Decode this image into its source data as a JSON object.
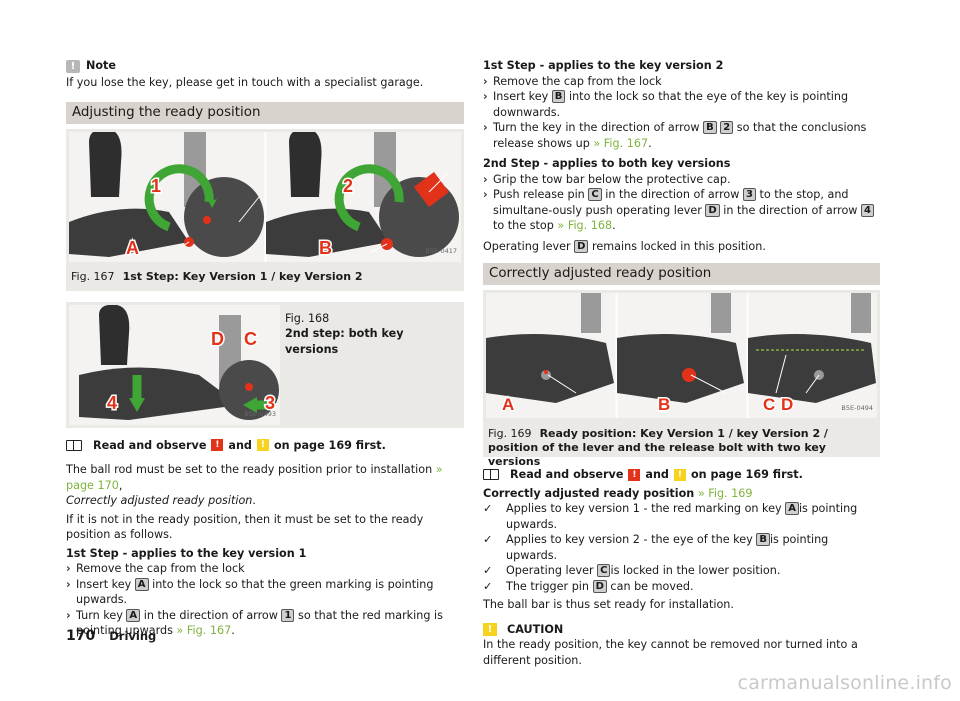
{
  "note": {
    "icon": "!",
    "title": "Note",
    "text": "If you lose the key, please get in touch with a specialist garage."
  },
  "section_ready": "Adjusting the ready position",
  "fig167": {
    "code": "B5E-0417",
    "num": "Fig. 167",
    "caption": "1st Step: Key Version 1 / key Version 2",
    "labels": [
      "1",
      "2",
      "A",
      "B"
    ]
  },
  "fig168": {
    "code": "B5E-0493",
    "num": "Fig. 168",
    "caption": "2nd step: both key versions",
    "labels": [
      "D",
      "C",
      "4",
      "3"
    ]
  },
  "read_observe_left": {
    "pre": "Read and observe",
    "and": "and",
    "post": "on page 169 first."
  },
  "left_body": {
    "p1a": "The ball rod must be set to the ready position prior to installation ",
    "p1link": "» page 170",
    "p1b": ",",
    "p1c": "Correctly adjusted ready position",
    "p1d": ".",
    "p2": "If it is not in the ready position, then it must be set to the ready position as follows.",
    "step1_title": "1st Step - applies to the key version 1",
    "s1": "Remove the cap from the lock",
    "s2a": "Insert key ",
    "s2key": "A",
    "s2b": " into the lock so that the green marking is pointing upwards.",
    "s3a": "Turn key ",
    "s3key": "A",
    "s3b": " in the direction of arrow ",
    "s3key2": "1",
    "s3c": " so that the red marking is pointing upwards ",
    "s3link": "» Fig. 167",
    "s3d": "."
  },
  "right_body": {
    "step1v2_title": "1st Step - applies to the key version 2",
    "r1": "Remove the cap from the lock",
    "r2a": "Insert key ",
    "r2key": "B",
    "r2b": " into the lock so that the eye of the key is pointing downwards.",
    "r3a": "Turn the key in the direction of arrow ",
    "r3key": "B",
    "r3key2": "2",
    "r3b": " so that the conclusions release shows up ",
    "r3link": "» Fig. 167",
    "r3c": ".",
    "step2_title": "2nd Step - applies to both key versions",
    "r4": "Grip the tow bar below the protective cap.",
    "r5a": "Push release pin ",
    "r5key": "C",
    "r5b": " in the direction of arrow ",
    "r5key2": "3",
    "r5c": " to the stop, and simultane-ously push operating lever ",
    "r5key3": "D",
    "r5d": " in the direction of arrow ",
    "r5key4": "4",
    "r5e": " to the stop ",
    "r5link": "» Fig. 168",
    "r5f": ".",
    "r6a": "Operating lever ",
    "r6key": "D",
    "r6b": " remains locked in this position."
  },
  "section_correct": "Correctly adjusted ready position",
  "fig169": {
    "code": "B5E-0494",
    "num": "Fig. 169",
    "caption": "Ready position: Key Version 1 / key Version 2 / position of the lever and the release bolt with two key versions",
    "labels": [
      "A",
      "B",
      "C",
      "D"
    ]
  },
  "read_observe_right": {
    "pre": "Read and observe",
    "and": "and",
    "post": "on page 169 first."
  },
  "correct": {
    "title": "Correctly adjusted ready position",
    "link": "» Fig. 169",
    "c1a": "Applies to key version 1 - the red marking on key ",
    "c1key": "A",
    "c1b": "is pointing upwards.",
    "c2a": "Applies to key version 2 - the eye of the key ",
    "c2key": "B",
    "c2b": "is pointing upwards.",
    "c3a": "Operating lever ",
    "c3key": "C",
    "c3b": "is locked in the lower position.",
    "c4a": "The trigger pin ",
    "c4key": "D",
    "c4b": " can be moved.",
    "summary": "The ball bar is thus set ready for installation."
  },
  "caution": {
    "icon": "!",
    "title": "CAUTION",
    "text": "In the ready position, the key cannot be removed nor turned into a different position."
  },
  "footer": {
    "page": "170",
    "section": "Driving"
  },
  "watermark": "carmanualsonline.info",
  "colors": {
    "section_bar": "#d8d3cc",
    "fig_bg": "#ebe9e5",
    "link": "#7fb33c",
    "arrow_green": "#3fa535",
    "marker_red": "#e3321a",
    "warn_yellow": "#f7d21e"
  }
}
